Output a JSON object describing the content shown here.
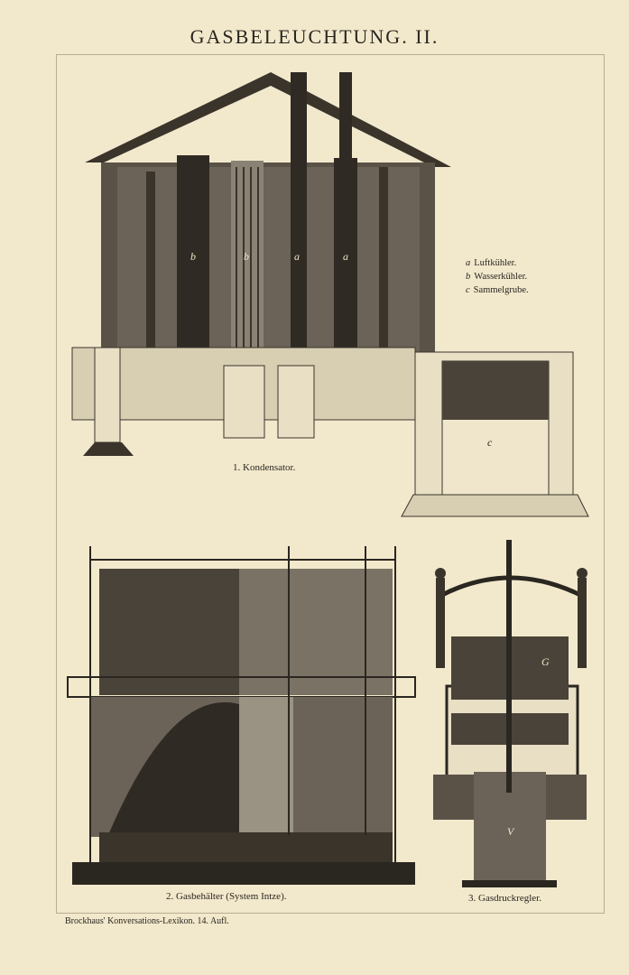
{
  "title": "GASBELEUCHTUNG. II.",
  "figures": [
    {
      "caption": "1. Kondensator.",
      "letters": [
        "b",
        "b",
        "a",
        "a",
        "c"
      ]
    },
    {
      "caption": "2. Gasbehälter (System Intze)."
    },
    {
      "caption": "3. Gasdruckregler.",
      "letters": [
        "G",
        "V"
      ]
    }
  ],
  "legend": [
    {
      "key": "a",
      "text": "Luftkühler."
    },
    {
      "key": "b",
      "text": "Wasserkühler."
    },
    {
      "key": "c",
      "text": "Sammelgrube."
    }
  ],
  "footer": "Brockhaus' Konversations-Lexikon. 14. Aufl."
}
